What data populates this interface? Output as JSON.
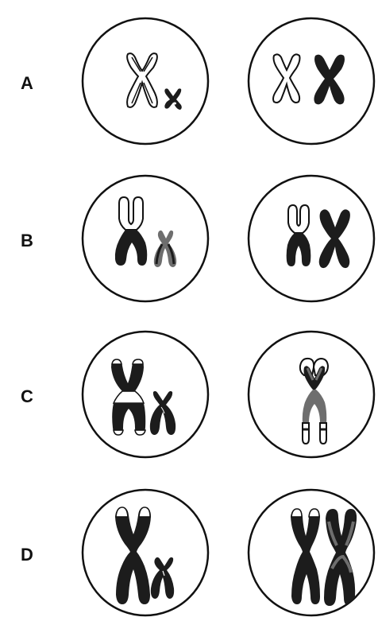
{
  "rows": [
    {
      "label": "A"
    },
    {
      "label": "B"
    },
    {
      "label": "C"
    },
    {
      "label": "D"
    }
  ],
  "colors": {
    "ink": "#111111",
    "dark_chromosome": "#1c1c1c",
    "gray_chromosome": "#6e6e6e",
    "light_chromosome": "#ffffff",
    "circle_stroke": "#111111"
  }
}
